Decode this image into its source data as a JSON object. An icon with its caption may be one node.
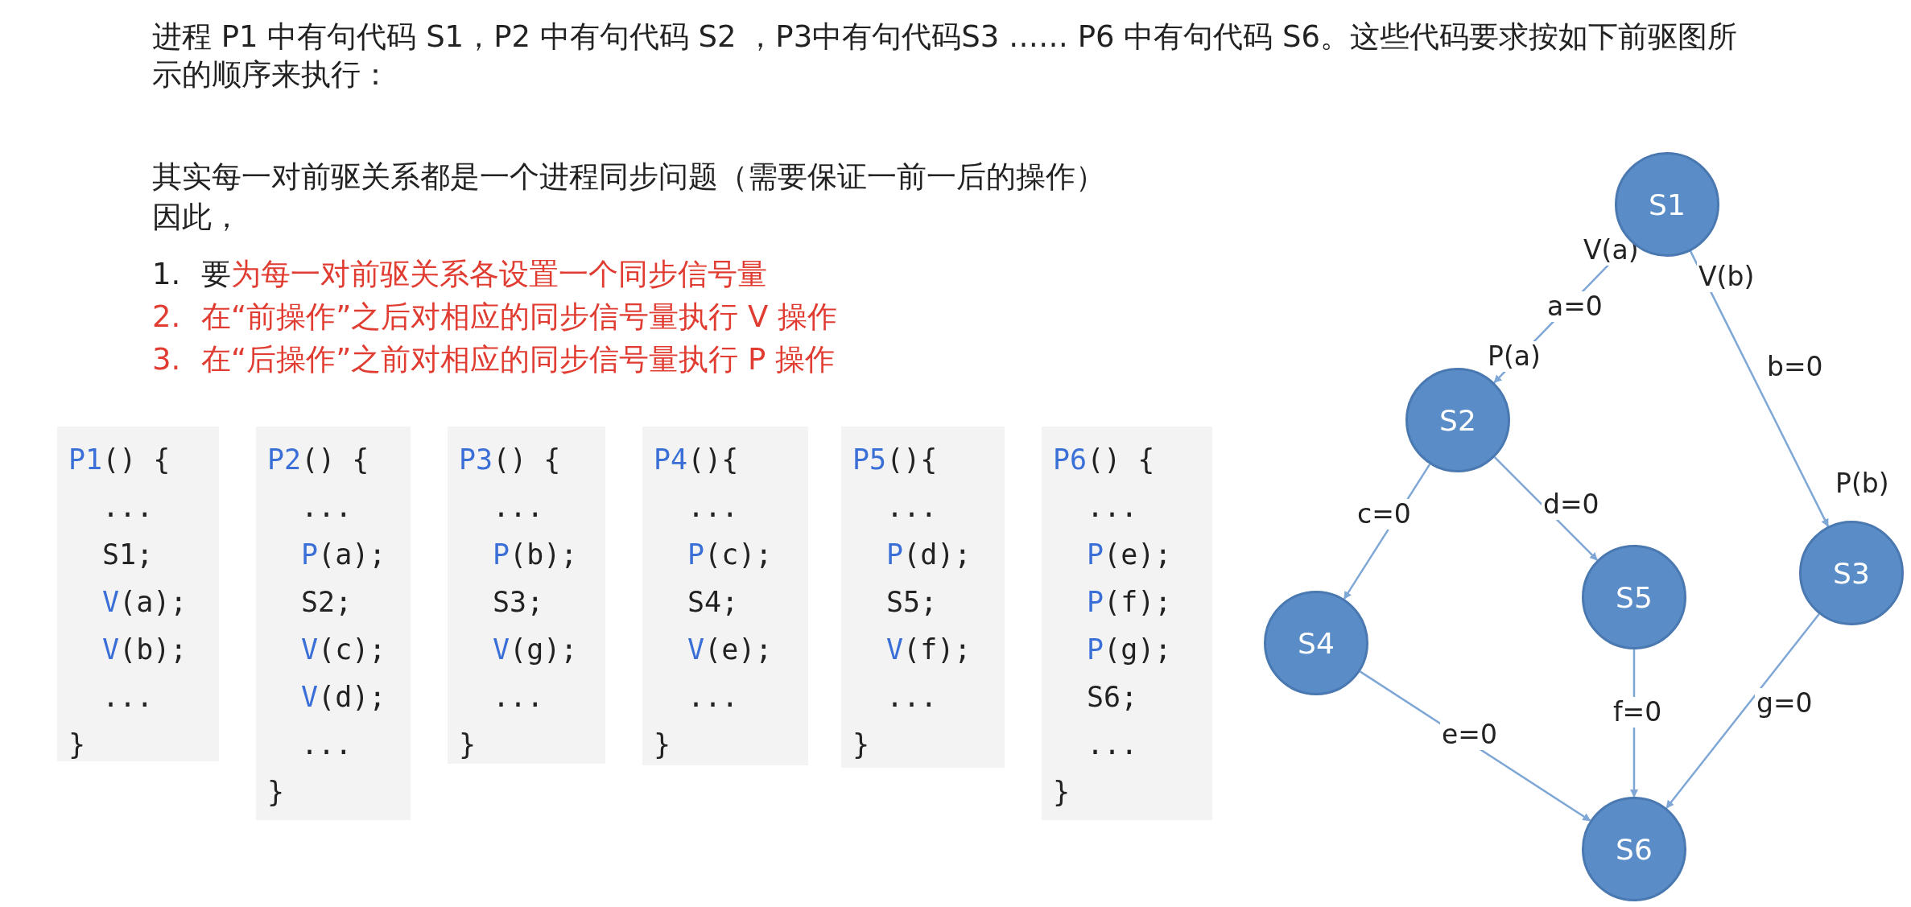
{
  "diagram": {
    "nodes": [
      {
        "text": [
          "P1() {",
          "...",
          "S1;",
          "V(a);",
          "V(b);",
          "...",
          "}"
        ]
      },
      {
        "text": [
          "P2() {",
          "...",
          "P(a);",
          "S2;",
          "V(c);",
          "V(d);",
          "...",
          "}"
        ]
      },
      {
        "text": [
          "P3() {",
          "...",
          "P(b);",
          "S3;",
          "V(g);",
          "...",
          "}"
        ]
      },
      {
        "text": [
          "P4(){",
          "...",
          "P(c);",
          "S4;",
          "V(e);",
          "...",
          "}"
        ]
      },
      {
        "text": [
          "P5(){",
          "...",
          "P(d);",
          "S5;",
          "V(f);",
          "...",
          "}"
        ]
      },
      {
        "text": [
          "P6() {",
          "...",
          "P(e);",
          "P(f);",
          "P(g);",
          "S6;",
          "...",
          "}"
        ]
      },
      {
        "text": [
          "S1"
        ]
      },
      {
        "text": [
          "S2"
        ]
      },
      {
        "text": [
          "S3"
        ]
      },
      {
        "text": [
          "S4"
        ]
      },
      {
        "text": [
          "S5"
        ]
      },
      {
        "text": [
          "S6"
        ]
      }
    ],
    "edges": [
      {
        "from": 6,
        "to": 7,
        "arrow": "to",
        "label": "a=0"
      },
      {
        "from": 6,
        "to": 8,
        "arrow": "to",
        "label": "b=0"
      },
      {
        "from": 7,
        "to": 9,
        "arrow": "to",
        "label": "c=0"
      },
      {
        "from": 7,
        "to": 10,
        "arrow": "to",
        "label": "d=0"
      },
      {
        "from": 9,
        "to": 11,
        "arrow": "to",
        "label": "e=0"
      },
      {
        "from": 10,
        "to": 11,
        "arrow": "to",
        "label": "f=0"
      },
      {
        "from": 8,
        "to": 11,
        "arrow": "to",
        "label": "g=0"
      }
    ],
    "labels": [
      "进程 P1 中有句代码 S1，P2 中有句代码 S2 ，P3中有句代码S3 …… P6 中有句代码 S6。这些代码要求按如下前驱图所示的顺序来执行：",
      "其实每一对前驱关系都是一个进程同步问题（需要保证一前一后的操作）",
      "因此，",
      "1.",
      "要为每一对前驱关系各设置一个同步信号量",
      "2.",
      "在“前操作”之后对相应的同步信号量执行 V 操作",
      "3.",
      "在“后操作”之前对相应的同步信号量执行 P 操作",
      "V(a)",
      "P(a)",
      "V(b)",
      "P(b)"
    ]
  }
}
